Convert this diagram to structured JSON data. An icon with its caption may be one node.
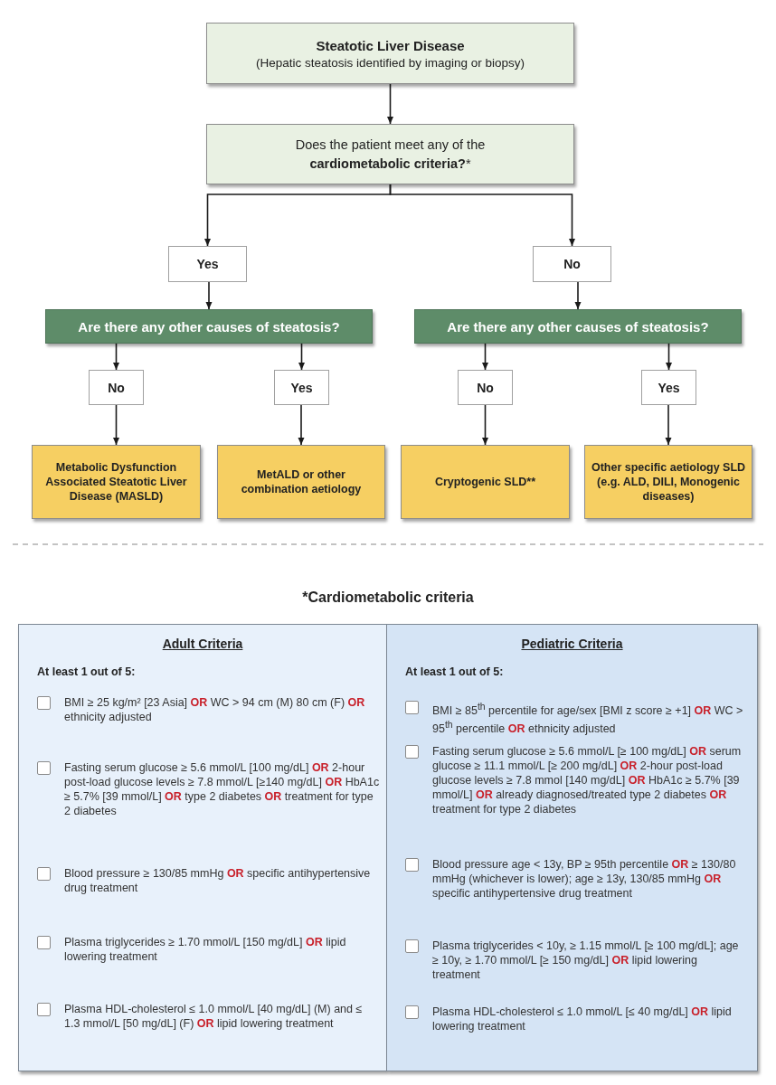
{
  "diagram": {
    "nodes": [
      {
        "text": [
          "Steatotic Liver Disease",
          "(Hepatic steatosis identified by imaging or biopsy)"
        ]
      },
      {
        "text": [
          "Does the patient meet any of the **cardiometabolic criteria?***"
        ]
      },
      {
        "text": [
          "Yes"
        ]
      },
      {
        "text": [
          "No"
        ]
      },
      {
        "text": [
          "Are there any other causes of steatosis?"
        ]
      },
      {
        "text": [
          "Are there any other causes of steatosis?"
        ]
      },
      {
        "text": [
          "No"
        ]
      },
      {
        "text": [
          "Yes"
        ]
      },
      {
        "text": [
          "No"
        ]
      },
      {
        "text": [
          "Yes"
        ]
      },
      {
        "text": [
          "Metabolic Dysfunction Associated Steatotic Liver Disease (MASLD)"
        ]
      },
      {
        "text": [
          "MetALD or other combination aetiology"
        ]
      },
      {
        "text": [
          "Cryptogenic SLD**"
        ]
      },
      {
        "text": [
          "Other specific aetiology SLD (e.g. ALD, DILI, Monogenic diseases)"
        ]
      },
      {
        "text": [
          "Adult Criteria",
          "At least 1 out of 5:",
          "BMI ≥ 25 kg/m² [23 Asia] **OR** WC > 94 cm (M) 80 cm (F) **OR** ethnicity adjusted",
          "Fasting serum glucose ≥ 5.6 mmol/L [100 mg/dL] **OR** 2-hour post-load glucose levels ≥ 7.8 mmol/L [≥140 mg/dL] **OR** HbA1c ≥ 5.7% [39 mmol/L] **OR** type 2 diabetes **OR** treatment for type 2 diabetes",
          "Blood pressure ≥ 130/85 mmHg **OR** specific antihypertensive drug treatment",
          "Plasma triglycerides ≥ 1.70 mmol/L [150 mg/dL] **OR** lipid lowering treatment",
          "Plasma HDL-cholesterol ≤ 1.0 mmol/L [40 mg/dL] (M) and ≤ 1.3 mmol/L [50 mg/dL] (F) **OR** lipid lowering treatment"
        ]
      },
      {
        "text": [
          "Pediatric Criteria",
          "At least 1 out of 5:",
          "BMI ≥ 85$^{th}$ percentile for age/sex [BMI z score ≥ +1] **OR** WC > 95$^{th}$ percentile **OR** ethnicity adjusted",
          "Fasting serum glucose ≥ 5.6 mmol/L [≥ 100 mg/dL] **OR** serum glucose ≥ 11.1 mmol/L [≥ 200 mg/dL] **OR** 2-hour post-load glucose levels ≥ 7.8 mmol [140 mg/dL] **OR** HbA1c ≥ 5.7% [39 mmol/L] **OR** already diagnosed/treated type 2 diabetes **OR** treatment for type 2 diabetes",
          "Blood pressure age < 13y, BP ≥ 95th percentile **OR** ≥ 130/80 mmHg (whichever is lower); age ≥ 13y, 130/85 mmHg **OR** specific antihypertensive drug treatment",
          "Plasma triglycerides < 10y, ≥ 1.15 mmol/L [≥ 100 mg/dL]; age ≥ 10y, ≥ 1.70 mmol/L [≥ 150 mg/dL] **OR** lipid lowering treatment",
          "Plasma HDL-cholesterol ≤ 1.0 mmol/L [≤ 40 mg/dL] **OR** lipid lowering treatment"
        ]
      }
    ],
    "edges": [
      {
        "from": 0,
        "to": 1,
        "arrow": "to"
      },
      {
        "from": 1,
        "to": 2,
        "arrow": "to"
      },
      {
        "from": 1,
        "to": 3,
        "arrow": "to"
      },
      {
        "from": 2,
        "to": 4,
        "arrow": "to"
      },
      {
        "from": 3,
        "to": 5,
        "arrow": "to"
      },
      {
        "from": 4,
        "to": 6,
        "arrow": "to"
      },
      {
        "from": 4,
        "to": 7,
        "arrow": "to"
      },
      {
        "from": 5,
        "to": 8,
        "arrow": "to"
      },
      {
        "from": 5,
        "to": 9,
        "arrow": "to"
      },
      {
        "from": 6,
        "to": 10,
        "arrow": "to"
      },
      {
        "from": 7,
        "to": 11,
        "arrow": "to"
      },
      {
        "from": 8,
        "to": 12,
        "arrow": "to"
      },
      {
        "from": 9,
        "to": 13,
        "arrow": "to"
      }
    ],
    "labels": [
      "*Cardiometabolic criteria"
    ]
  }
}
